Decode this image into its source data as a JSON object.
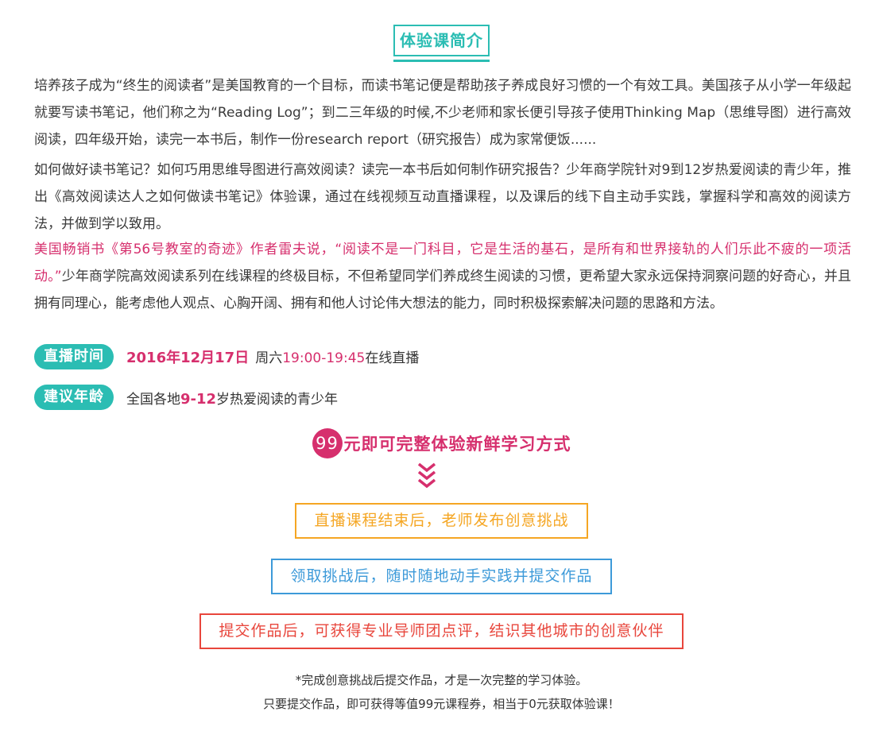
{
  "title": "体验课简介",
  "para1": "培养孩子成为“终生的阅读者”是美国教育的一个目标，而读书笔记便是帮助孩子养成良好习惯的一个有效工具。美国孩子从小学一年级起就要写读书笔记，他们称之为“Reading Log”；到二三年级的时候,不少老师和家长便引导孩子使用Thinking Map（思维导图）进行高效阅读，四年级开始，读完一本书后，制作一份research report（研究报告）成为家常便饭......",
  "para2": "如何做好读书笔记？如何巧用思维导图进行高效阅读？读完一本书后如何制作研究报告？少年商学院针对9到12岁热爱阅读的青少年，推出《高效阅读达人之如何做读书笔记》体验课，通过在线视频互动直播课程，以及课后的线下自主动手实践，掌握科学和高效的阅读方法，并做到学以致用。",
  "para3_highlight": "美国畅销书《第56号教室的奇迹》作者雷夫说，“阅读不是一门科目，它是生活的基石，是所有和世界接轨的人们乐此不疲的一项活动。”",
  "para3_rest": "少年商学院高效阅读系列在线课程的终极目标，不但希望同学们养成终生阅读的习惯，更希望大家永远保持洞察问题的好奇心，并且拥有同理心，能考虑他人观点、心胸开阔、拥有和他人讨论伟大想法的能力，同时积极探索解决问题的思路和方法。",
  "live": {
    "tag": "直播时间",
    "date": "2016年12月17日",
    "weekday": "周六",
    "time": "19:00-19:45",
    "suffix": "在线直播"
  },
  "age": {
    "tag": "建议年龄",
    "prefix": "全国各地",
    "range": "9-12",
    "suffix": "岁热爱阅读的青少年"
  },
  "price": {
    "amount": "99",
    "text": "元即可完整体验新鲜学习方式"
  },
  "steps": [
    {
      "label": "直播课程结束后，老师发布创意挑战",
      "color": "#f5a623"
    },
    {
      "label": "领取挑战后，随时随地动手实践并提交作品",
      "color": "#3d9ad9"
    },
    {
      "label": "提交作品后，可获得专业导师团点评，结识其他城市的创意伙伴",
      "color": "#e8463c"
    }
  ],
  "footer": {
    "line1": "*完成创意挑战后提交作品，才是一次完整的学习体验。",
    "line2": "只要提交作品，即可获得等值99元课程券，相当于0元获取体验课！"
  },
  "colors": {
    "teal": "#2bbdb3",
    "pink": "#d62f6d"
  },
  "icons": {
    "arrows": "chevron-double-down-icon"
  }
}
